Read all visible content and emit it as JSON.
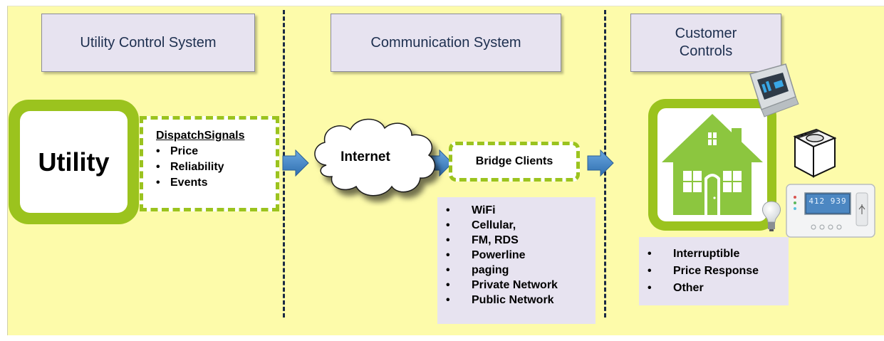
{
  "headers": {
    "utility_control": "Utility Control System",
    "communication": "Communication System",
    "customer_controls": "Customer\nControls"
  },
  "utility": {
    "label": "Utility"
  },
  "dispatch": {
    "title": "DispatchSignals",
    "items": [
      "Price",
      "Reliability",
      "Events"
    ]
  },
  "internet": {
    "label": "Internet"
  },
  "bridge": {
    "label": "Bridge Clients"
  },
  "communication_methods": {
    "items": [
      "WiFi",
      "Cellular,",
      "FM, RDS",
      "Powerline",
      "paging",
      "Private Network",
      "Public Network"
    ]
  },
  "customer_options": {
    "items": [
      "Interruptible",
      "Price Response",
      "Other"
    ]
  },
  "devices": {
    "thermostat_display": "412 939"
  },
  "colors": {
    "background": "#fdfbaa",
    "green": "#9bc31e",
    "house_green": "#8cc63f",
    "header_box": "#e7e3f0",
    "arrow_blue": "#3d7fc1",
    "header_text": "#1d2f4f"
  },
  "icons": [
    "cloud-icon",
    "house-icon",
    "arrow-icon",
    "thermostat-icon",
    "washing-machine-icon",
    "lightbulb-icon",
    "meter-icon"
  ]
}
